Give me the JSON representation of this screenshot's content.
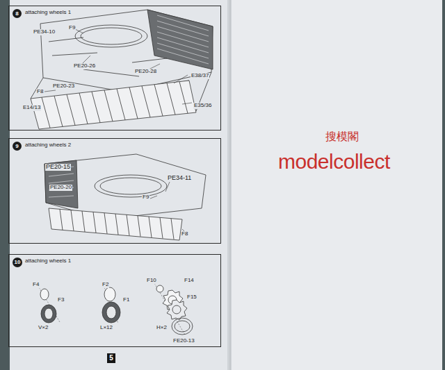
{
  "diagram": {
    "nodes": [
      {
        "text": [
          "attaching wheels 1"
        ]
      },
      {
        "text": [
          "8"
        ],
        "in": 0
      },
      {
        "text": [
          "attaching wheels 2"
        ]
      },
      {
        "text": [
          "9"
        ],
        "in": 2
      },
      {
        "text": [
          "attaching wheels 1"
        ]
      },
      {
        "text": [
          "10"
        ],
        "in": 4
      },
      {
        "text": [
          "5"
        ]
      }
    ],
    "labels": [
      "PE34-10",
      "F9",
      "PE20-26",
      "PE20-28",
      "E38/37",
      "F8",
      "PE20-23",
      "E14/13",
      "E35/36",
      "PE20-15",
      "PE20-20",
      "PE34-11",
      "F9",
      "F8",
      "F4",
      "F3",
      "V×2",
      "F2",
      "F1",
      "L×12",
      "F10",
      "F14",
      "F15",
      "H×2",
      "FE20-13",
      "搜模閣",
      "modelcollect"
    ]
  }
}
